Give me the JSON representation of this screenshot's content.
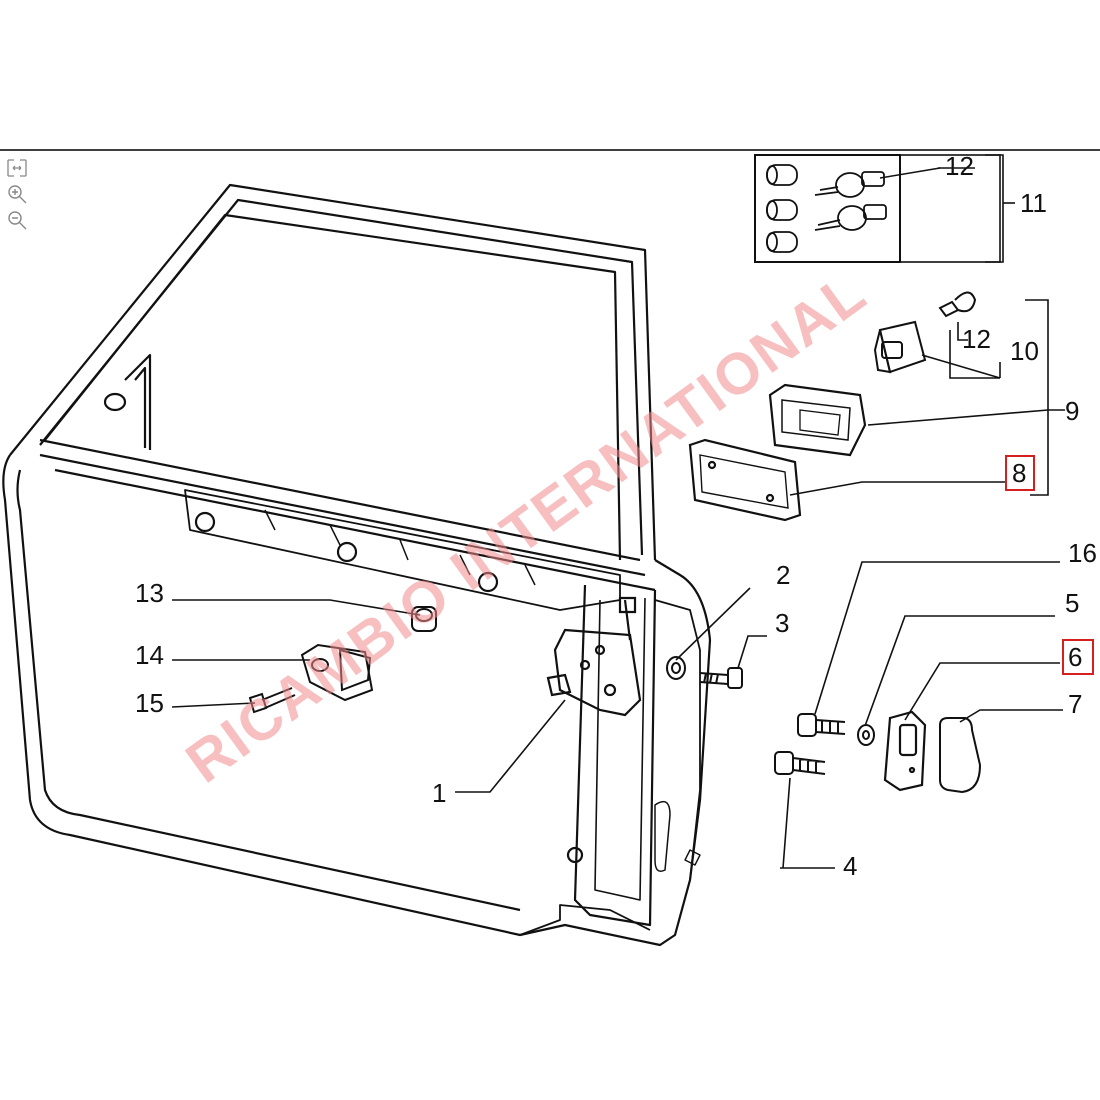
{
  "toolbar": {
    "items": [
      {
        "name": "fit-page-icon"
      },
      {
        "name": "zoom-in-icon"
      },
      {
        "name": "zoom-out-icon"
      }
    ]
  },
  "diagram": {
    "callouts": [
      {
        "id": "c1",
        "label": "1",
        "highlighted": false
      },
      {
        "id": "c2",
        "label": "2",
        "highlighted": false
      },
      {
        "id": "c3",
        "label": "3",
        "highlighted": false
      },
      {
        "id": "c4",
        "label": "4",
        "highlighted": false
      },
      {
        "id": "c5",
        "label": "5",
        "highlighted": false
      },
      {
        "id": "c6",
        "label": "6",
        "highlighted": true
      },
      {
        "id": "c7",
        "label": "7",
        "highlighted": false
      },
      {
        "id": "c8",
        "label": "8",
        "highlighted": true
      },
      {
        "id": "c9",
        "label": "9",
        "highlighted": false
      },
      {
        "id": "c10",
        "label": "10",
        "highlighted": false
      },
      {
        "id": "c11",
        "label": "11",
        "highlighted": false
      },
      {
        "id": "c12a",
        "label": "12",
        "highlighted": false
      },
      {
        "id": "c12b",
        "label": "12",
        "highlighted": false
      },
      {
        "id": "c13",
        "label": "13",
        "highlighted": false
      },
      {
        "id": "c14",
        "label": "14",
        "highlighted": false
      },
      {
        "id": "c15",
        "label": "15",
        "highlighted": false
      },
      {
        "id": "c16",
        "label": "16",
        "highlighted": false
      }
    ],
    "highlight_color": "#d62020"
  },
  "watermark": {
    "text": "RICAMBIO INTERNATIONAL",
    "color": "#f08a8a"
  }
}
